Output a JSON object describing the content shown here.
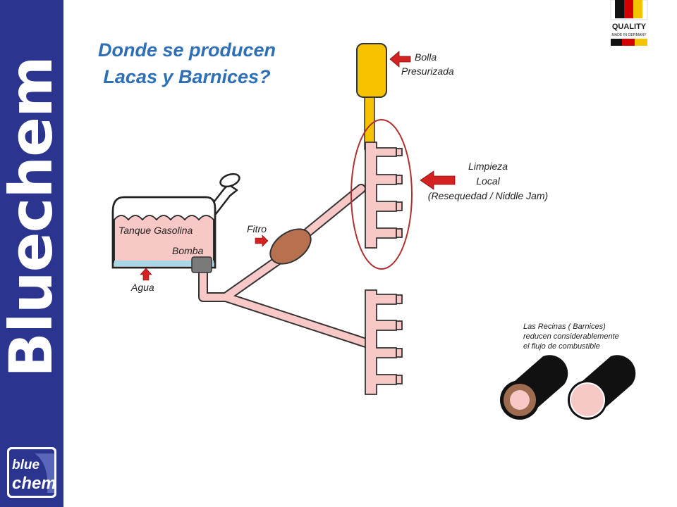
{
  "brand": {
    "vertical_text": "Bluechem",
    "logo_line1": "blue",
    "logo_line2": "chem"
  },
  "title": {
    "line1": "Donde se producen",
    "line2": "Lacas y Barnices?"
  },
  "badge": {
    "quality": "QUALITY",
    "made_in": "MADE IN GERMANY",
    "flag_colors": [
      "#111111",
      "#d40000",
      "#f5c400"
    ]
  },
  "labels": {
    "bolla_line1": "Bolla",
    "bolla_line2": "Presurizada",
    "limpieza_line1": "Limpieza",
    "limpieza_line2": "Local",
    "limpieza_line3": "(Resequedad / Niddle Jam)",
    "tank": "Tanque Gasolina",
    "pump": "Bomba",
    "water": "Agua",
    "filter": "Fitro",
    "resins_line1": "Las Recinas ( Barnices)",
    "resins_line2": "reducen considerablemente",
    "resins_line3": "el flujo de combustible"
  },
  "colors": {
    "sidebar": "#2b3590",
    "title": "#2e6fb5",
    "fuel_pink": "#f8c8c6",
    "tank_yellow": "#f7c200",
    "filter_brown": "#b7714f",
    "arrow_red": "#d42222",
    "highlight_ring": "#b03030",
    "varnish_brown": "#9e6b4f"
  }
}
